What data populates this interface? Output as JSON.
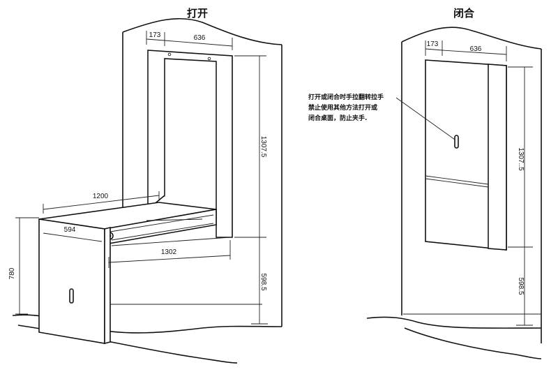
{
  "open_view": {
    "title": "打开",
    "dims": {
      "top_depth": "173",
      "top_width": "636",
      "height_upper": "1307.5",
      "desk_length": "1200",
      "desk_depth": "594",
      "rail_length": "1302",
      "height_lower": "598.5",
      "table_height": "780"
    }
  },
  "closed_view": {
    "title": "闭合",
    "dims": {
      "top_depth": "173",
      "top_width": "636",
      "height_upper": "1307..5",
      "height_lower": "598.5"
    },
    "note_lines": [
      "打开或闭合时手拉翻转拉手",
      "禁止使用其他方法打开或",
      "闭合桌面，防止夹手."
    ]
  }
}
